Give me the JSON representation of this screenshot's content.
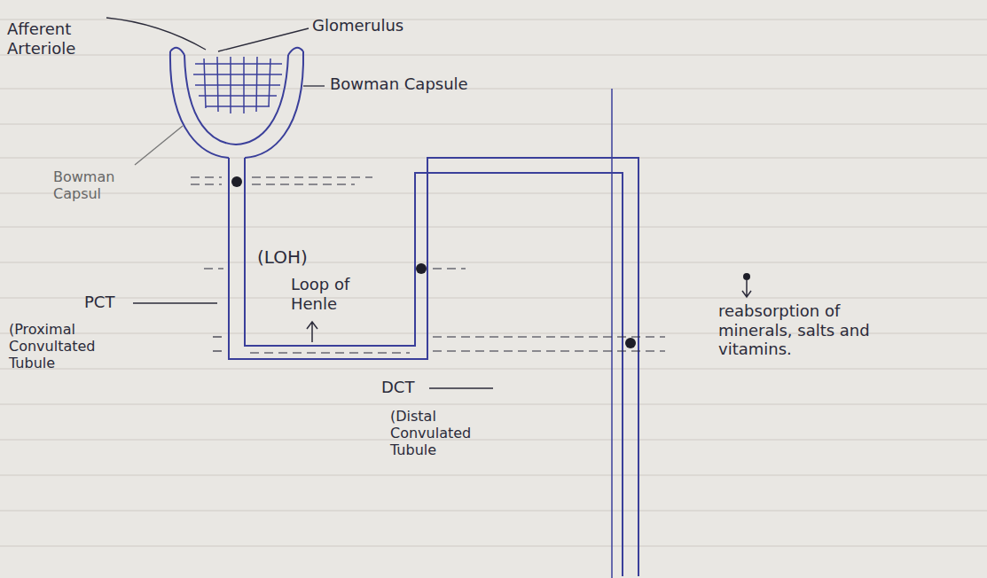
{
  "diagram": {
    "labels": [
      "Afferent Arteriole",
      "Glomerulus",
      "Bowman Capsule",
      "Bowman Capsul",
      "(LOH)",
      "Loop of Henle",
      "PCT",
      "(Proximal Convultated Tubule",
      "DCT",
      "(Distal Convulated Tubule",
      "reabsorption of minerals, salts and vitamins."
    ]
  }
}
